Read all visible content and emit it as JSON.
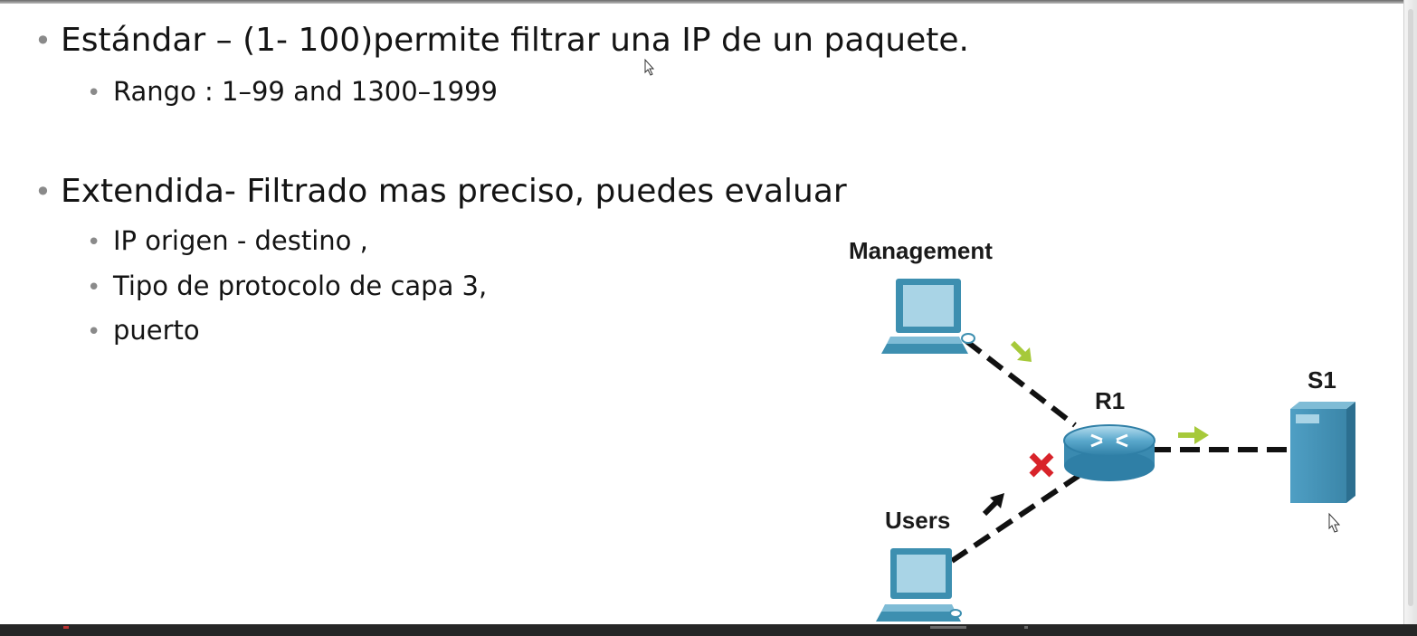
{
  "bullets": [
    {
      "text": "Estándar – (1- 100)permite  filtrar una IP de un paquete.",
      "sub": [
        "Rango : 1–99 and 1300–1999"
      ]
    },
    {
      "text": "Extendida- Filtrado mas preciso, puedes evaluar",
      "sub": [
        "IP origen - destino ,",
        "Tipo de protocolo de capa 3,",
        "puerto"
      ]
    }
  ],
  "diagram": {
    "nodes": {
      "management": "Management",
      "router": "R1",
      "server": "S1",
      "users": "Users"
    },
    "colors": {
      "device": "#3d8fb0",
      "device_light": "#a9d4e6",
      "link": "#111111",
      "allow_arrow": "#a6c93a",
      "deny_mark": "#d8232a",
      "blocked_arrow": "#111111"
    }
  },
  "icons": {
    "bullet": "bullet-dot",
    "deny": "x-mark-icon",
    "allow": "arrow-icon",
    "pointer": "mouse-cursor-icon"
  }
}
